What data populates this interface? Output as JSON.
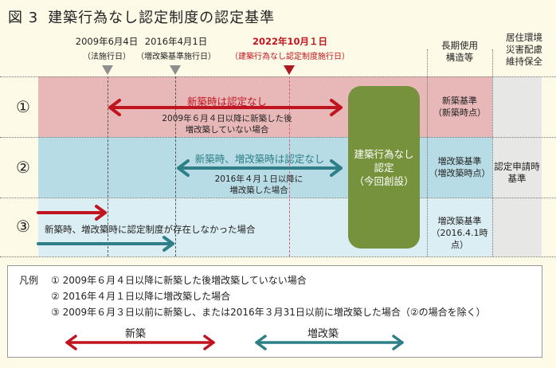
{
  "title": {
    "figure_label": "図 3",
    "text": "建築行為なし認定制度の認定基準"
  },
  "timeline": {
    "dates": [
      {
        "date": "2009年6月4日",
        "sub": "（法施行日）",
        "highlight": false
      },
      {
        "date": "2016年4月1日",
        "sub": "（増改築基準施行日）",
        "highlight": false
      },
      {
        "date": "2022年10月１日",
        "sub": "（建築行為なし認定制度施行日）",
        "highlight": true
      }
    ]
  },
  "column_headers": {
    "long_term": "長期使用\n構造等",
    "living": "居住環境\n災害配慮\n維持保全"
  },
  "rows": [
    {
      "number": "①",
      "arrow_label": "新築時は認定なし",
      "description": "2009年６月４日以降に新築した後\n増改築していない場合",
      "standard": "新築基準\n（新築時点）"
    },
    {
      "number": "②",
      "arrow_label": "新築時、増改築時は認定なし",
      "description": "2016年４月１日以降に\n増改築した場合",
      "standard": "増改築基準\n（増改築時点）"
    },
    {
      "number": "③",
      "description": "新築時、増改築時に認定制度が存在しなかった場合",
      "standard": "増改築基準\n（2016.4.1時点）"
    }
  ],
  "green_box": {
    "line1": "建築行為なし",
    "line2": "認定",
    "line3": "（今回創設）"
  },
  "living_standard": "認定申請時\n基準",
  "legend": {
    "label": "凡例",
    "items": [
      "① 2009年６月４日以降に新築した後増改築していない場合",
      "② 2016年４月１日以降に増改築した場合",
      "③ 2009年６月３日以前に新築し、または2016年３月31日以前に増改築した場合（②の場合を除く）"
    ],
    "arrows": [
      {
        "label": "新築",
        "color": "#c0141e"
      },
      {
        "label": "増改築",
        "color": "#2e7f87"
      }
    ]
  },
  "colors": {
    "new_build": "#c0141e",
    "renovation": "#2e7f87",
    "green_box": "#76923c",
    "row1_bg": "#e8b8b9",
    "row2_bg": "#b7dce6",
    "row3_bg": "#dbeef4",
    "background": "#fdfbe8"
  }
}
